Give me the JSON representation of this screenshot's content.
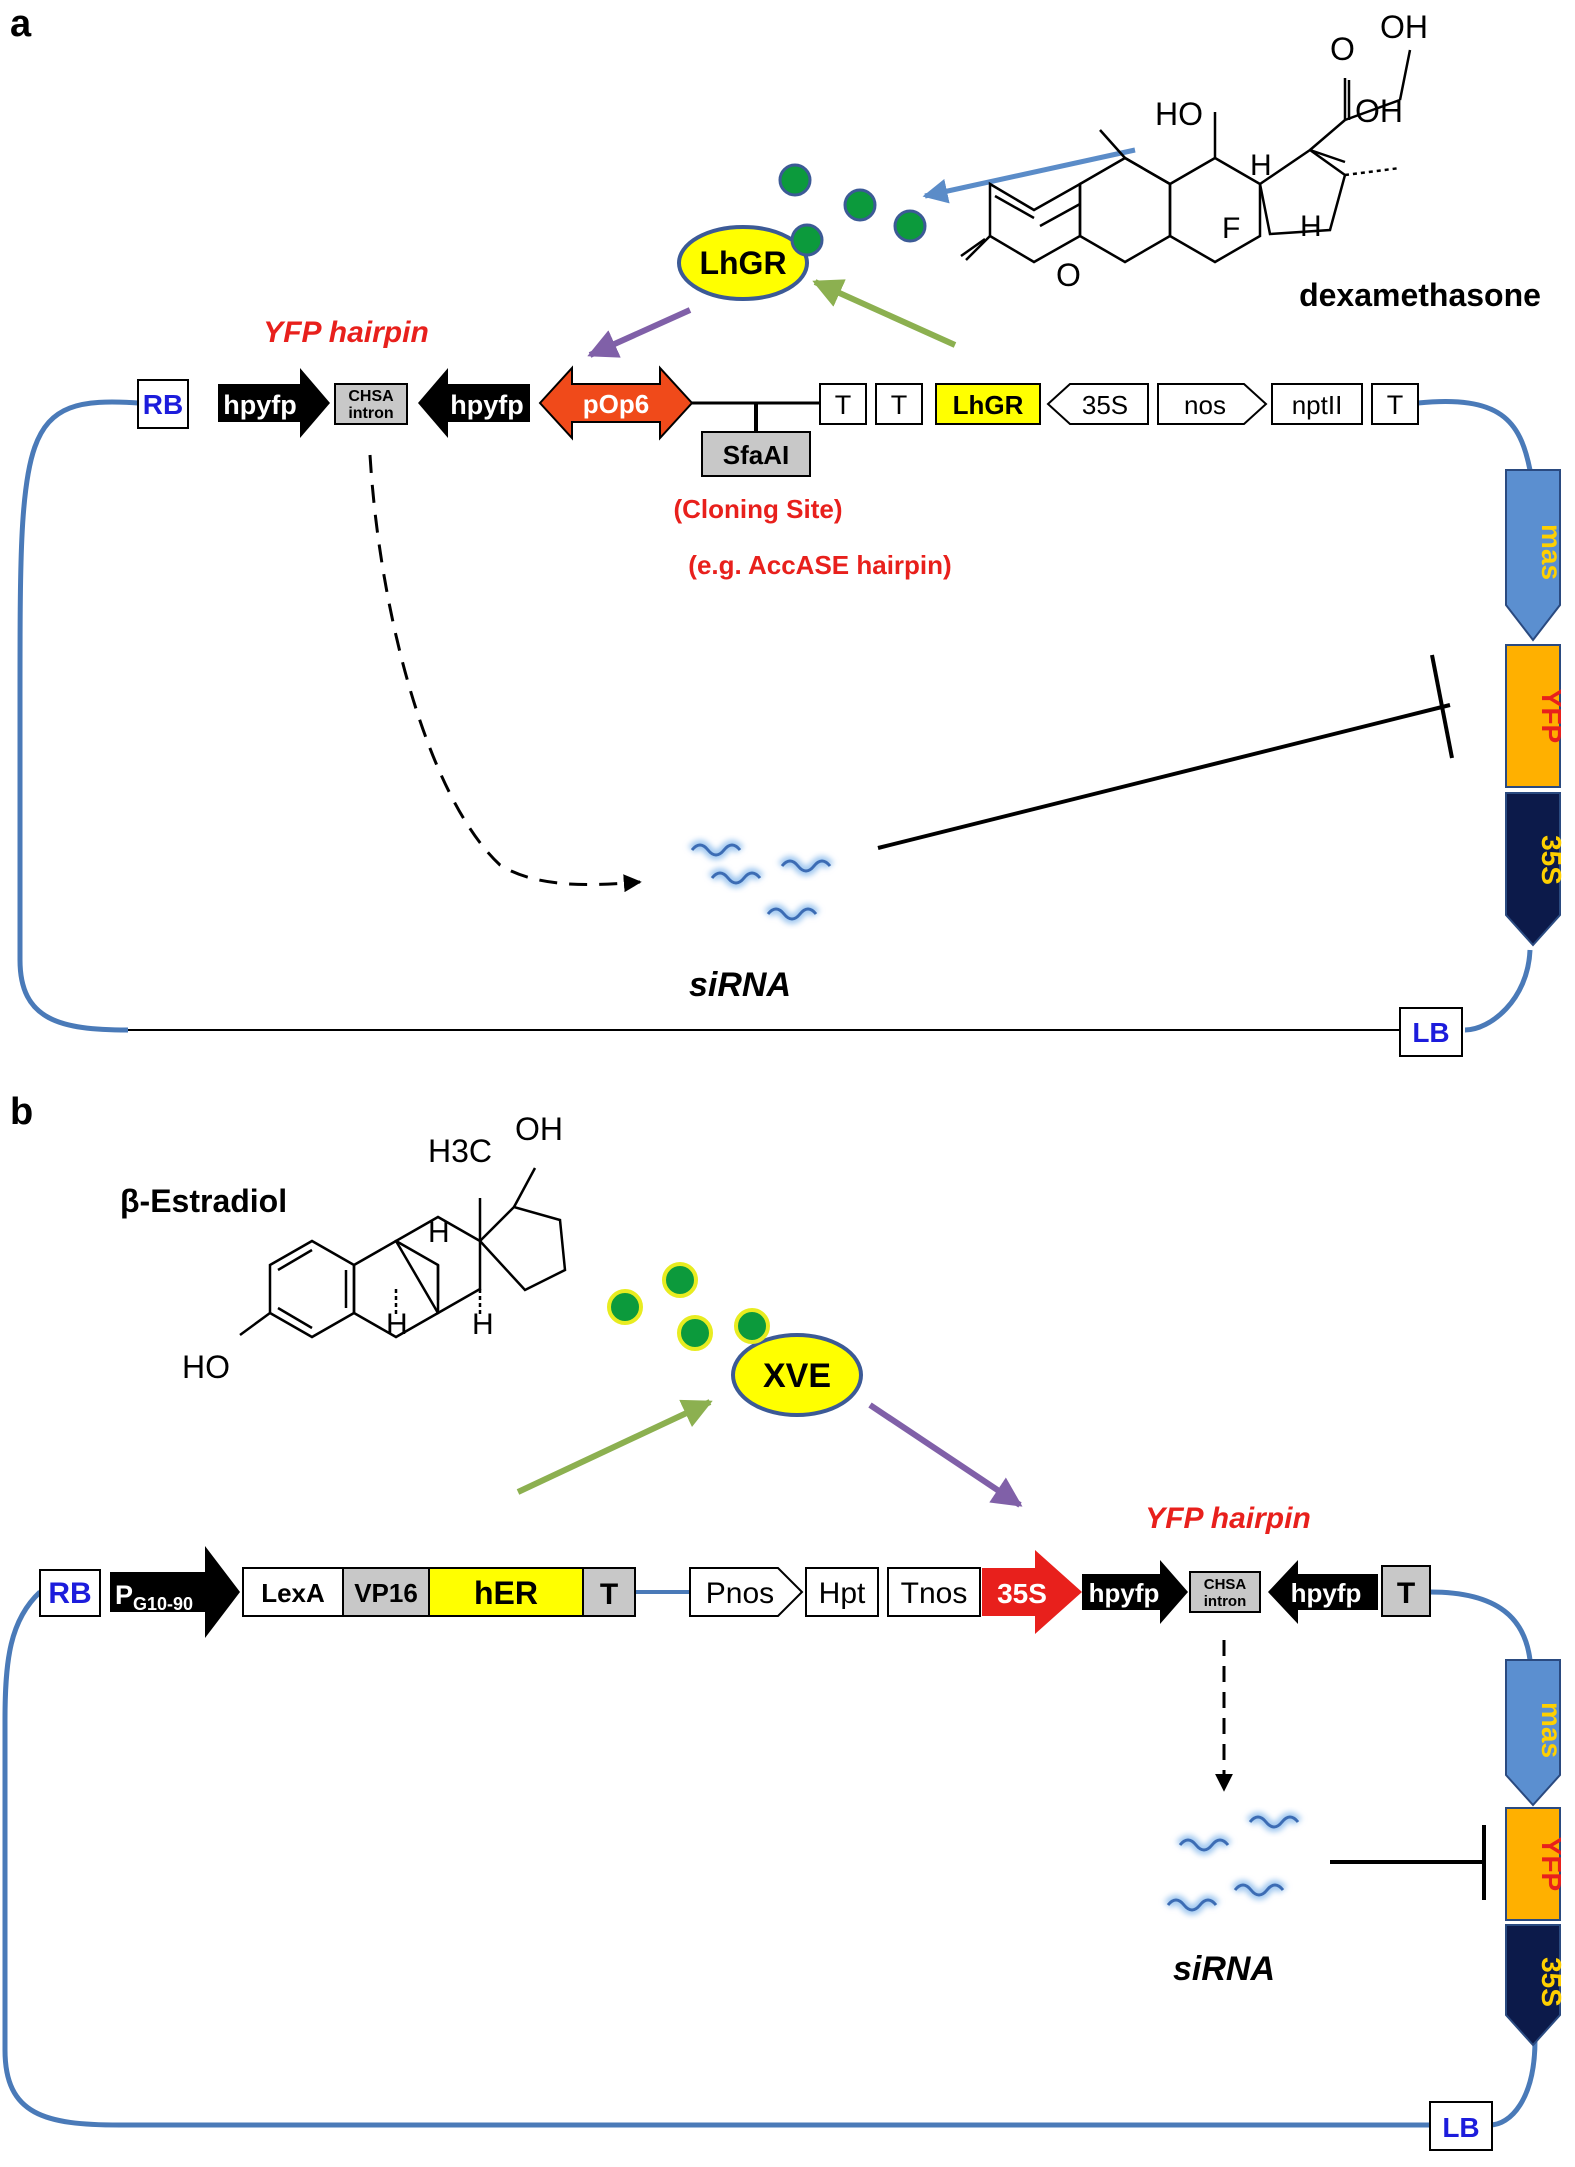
{
  "panel_a": {
    "label": "a",
    "molecule": {
      "name": "dexamethasone",
      "atoms": {
        "oh_top": "OH",
        "ho_left": "HO",
        "oh_right": "OH",
        "keto_o": "O",
        "o_left": "O",
        "h1": "H",
        "h2": "H",
        "f": "F"
      }
    },
    "receptor": "LhGR",
    "hairpin_label": "YFP hairpin",
    "parts": {
      "rb": "RB",
      "hpyfp1": "hpyfp",
      "chsa1": "CHSA",
      "chsa2": "intron",
      "hpyfp2": "hpyfp",
      "pop6": "pOp6",
      "sfaai": "SfaAI",
      "t1": "T",
      "t2": "T",
      "lhgr": "LhGR",
      "p35s": "35S",
      "nos": "nos",
      "nptii": "nptII",
      "t3": "T"
    },
    "cloning_site": "(Cloning Site)",
    "example": "(e.g. AccASE hairpin)",
    "sirna": "siRNA",
    "reporter": {
      "mas": "mas",
      "yfp": "YFP",
      "p35s": "35S"
    },
    "lb": "LB"
  },
  "panel_b": {
    "label": "b",
    "molecule": {
      "name": "β-Estradiol",
      "atoms": {
        "h3c": "H3C",
        "oh": "OH",
        "ho": "HO",
        "h1": "H",
        "h2": "H",
        "h3": "H"
      }
    },
    "receptor": "XVE",
    "hairpin_label": "YFP hairpin",
    "parts": {
      "rb": "RB",
      "pg": "P",
      "pg_sub": "G10-90",
      "lexa": "LexA",
      "vp16": "VP16",
      "her": "hER",
      "t1": "T",
      "pnos": "Pnos",
      "hpt": "Hpt",
      "tnos": "Tnos",
      "p35s": "35S",
      "hpyfp1": "hpyfp",
      "chsa1": "CHSA",
      "chsa2": "intron",
      "hpyfp2": "hpyfp",
      "t2": "T"
    },
    "sirna": "siRNA",
    "reporter": {
      "mas": "mas",
      "yfp": "YFP",
      "p35s": "35S"
    },
    "lb": "LB"
  },
  "colors": {
    "backbone": "#4a7ab8",
    "black": "#000000",
    "red_label": "#e8201c",
    "pop6": "#f04a1a",
    "yellow": "#ffff00",
    "gray": "#c8c8c8",
    "mas": "#5b8fd0",
    "yfp_box": "#ffb000",
    "p35s_box": "#0c1a4a",
    "receptor_fill": "#ffff00",
    "receptor_stroke": "#3c5a96",
    "ligand": "#0c9a3c",
    "arrow_green": "#8cb050",
    "arrow_purple": "#8060a8",
    "arrow_blue": "#5b8cc8",
    "rb_text": "#1c1cdc",
    "sirna": "#3c6cb4"
  }
}
